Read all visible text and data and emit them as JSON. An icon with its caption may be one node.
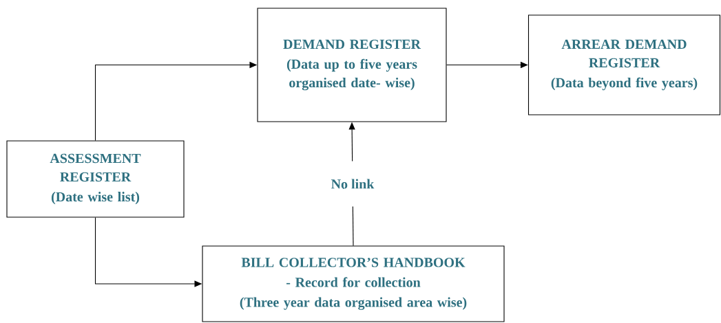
{
  "diagram": {
    "nodes": [
      {
        "text": [
          "DEMAND REGISTER",
          "(Data up to five years organised date- wise)"
        ]
      },
      {
        "text": [
          "ARREAR DEMAND REGISTER",
          "(Data beyond five years)"
        ]
      },
      {
        "text": [
          "ASSESSMENT REGISTER",
          "(Date wise list)"
        ]
      },
      {
        "text": [
          "BILL COLLECTOR’S HANDBOOK",
          "- Record for collection",
          "(Three year data organised area wise)"
        ]
      }
    ],
    "edges": [
      {
        "from": 2,
        "to": 0,
        "arrow": "to"
      },
      {
        "from": 0,
        "to": 1,
        "arrow": "to"
      },
      {
        "from": 2,
        "to": 3,
        "arrow": "to"
      },
      {
        "from": 3,
        "to": 0,
        "arrow": "to",
        "label": "No link"
      }
    ]
  }
}
